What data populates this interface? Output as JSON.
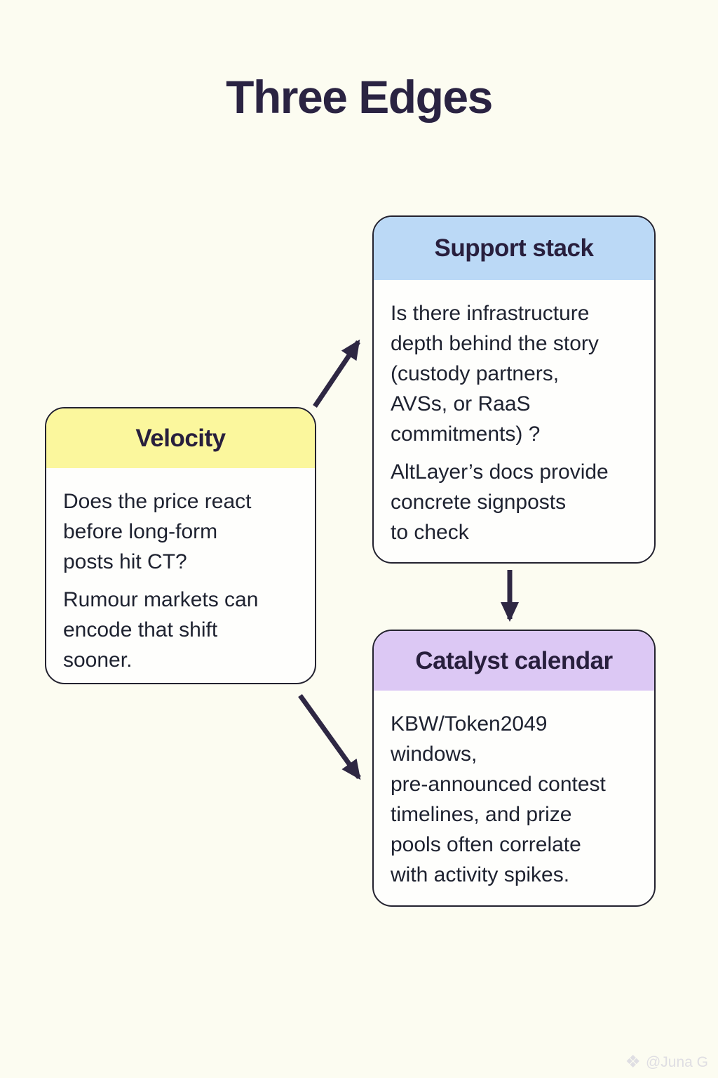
{
  "page": {
    "title": "Three Edges",
    "background_color": "#FCFCF1"
  },
  "cards": [
    {
      "id": "velocity",
      "title": "Velocity",
      "header_color": "#FBF79D",
      "paragraphs": [
        "Does the price react\nbefore long-form\nposts hit CT?",
        "Rumour markets can\nencode that shift\nsooner."
      ]
    },
    {
      "id": "support-stack",
      "title": "Support stack",
      "header_color": "#BBD9F6",
      "paragraphs": [
        "Is there infrastructure\ndepth behind the story\n(custody partners,\nAVSs, or RaaS\ncommitments) ?",
        "AltLayer’s docs provide\nconcrete signposts\nto check"
      ]
    },
    {
      "id": "catalyst-calendar",
      "title": "Catalyst calendar",
      "header_color": "#DCC8F4",
      "paragraphs": [
        "KBW/Token2049\nwindows,\npre-announced contest\ntimelines, and prize\npools often correlate\nwith activity spikes."
      ]
    }
  ],
  "arrows": [
    {
      "from": "velocity",
      "to": "support-stack"
    },
    {
      "from": "support-stack",
      "to": "catalyst-calendar"
    },
    {
      "from": "velocity",
      "to": "catalyst-calendar"
    }
  ],
  "colors": {
    "title_text": "#2A2342",
    "header_text": "#281F3D",
    "body_text": "#1E2230",
    "card_border": "#23222F",
    "arrow": "#2E2743"
  },
  "watermark": {
    "icon": "❖",
    "label": "@Juna G"
  }
}
